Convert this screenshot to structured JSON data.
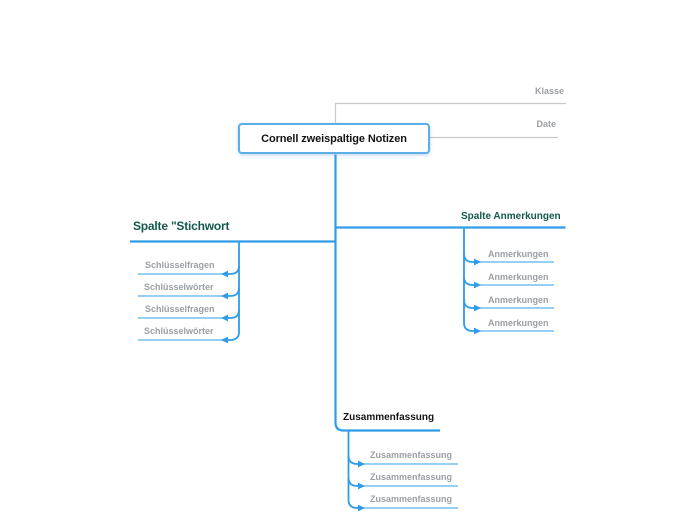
{
  "map": {
    "center": {
      "label": "Cornell zweispaltige Notizen"
    },
    "header_fields": [
      {
        "label": "Klasse"
      },
      {
        "label": "Date"
      }
    ],
    "branches": {
      "stichwort": {
        "label": "Spalte \"Stichwort",
        "children": [
          "Schlüsselfragen",
          "Schlüsselwörter",
          "Schlüsselfragen",
          "Schlüsselwörter"
        ]
      },
      "anmerkungen": {
        "label": "Spalte Anmerkungen",
        "children": [
          "Anmerkungen",
          "Anmerkungen",
          "Anmerkungen",
          "Anmerkungen"
        ]
      },
      "zusammenfassung": {
        "label": "Zusammenfassung",
        "children": [
          "Zusammenfassung",
          "Zusammenfassung",
          "Zusammenfassung"
        ]
      }
    }
  },
  "colors": {
    "branch_line": "#2e9ce8",
    "topic_underline": "#74bfee",
    "node_border": "#5aafe6",
    "teal_label": "#14594c",
    "gray_label": "#9ca0a4",
    "gray_line": "#c9c9c9",
    "black_label": "#141414"
  }
}
